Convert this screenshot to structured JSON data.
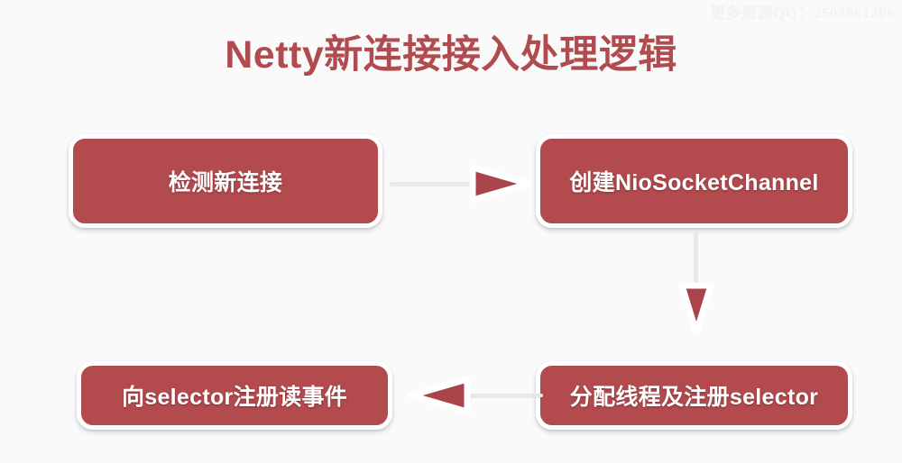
{
  "slide": {
    "background_color": "#fbfafa",
    "accent_color": "#b24a4e",
    "title_color": "#b04c50",
    "node_text_color": "#ffffff",
    "connector_color": "#e9e7e7",
    "title": "Netty新连接接入处理逻辑",
    "watermark": "更多资源QQ：2503961206"
  },
  "flow": {
    "nodes": [
      {
        "id": "detect",
        "label": "检测新连接"
      },
      {
        "id": "create",
        "label": "创建NioSocketChannel"
      },
      {
        "id": "assign",
        "label": "分配线程及注册selector"
      },
      {
        "id": "register_rd",
        "label": "向selector注册读事件"
      }
    ],
    "connectors": [
      {
        "id": "detect-create",
        "from": "detect",
        "to": "create",
        "direction": "right",
        "label": ""
      },
      {
        "id": "create-assign",
        "from": "create",
        "to": "assign",
        "direction": "down",
        "label": ""
      },
      {
        "id": "assign-register",
        "from": "assign",
        "to": "register_rd",
        "direction": "left",
        "label": ""
      }
    ]
  }
}
